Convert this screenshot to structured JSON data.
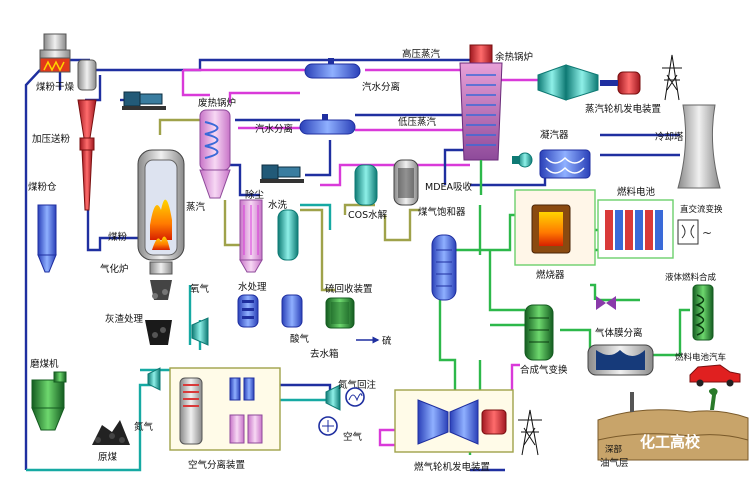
{
  "labels": {
    "coal_dryer": "煤粉干燥",
    "pressurized_feed": "加压送粉",
    "coal_bin": "煤粉仓",
    "coal_mill": "磨煤机",
    "raw_coal": "原煤",
    "waste_heat_boiler": "废热锅炉",
    "coal_powder": "煤粉",
    "steam_in": "蒸汽",
    "gasifier": "气化炉",
    "slag_treatment": "灰渣处理",
    "oxygen": "氧气",
    "nitrogen_left": "氮气",
    "air_separation": "空气分离装置",
    "dust_removal": "除尘",
    "water_wash": "水洗",
    "water_treatment": "水处理",
    "acid_gas": "酸气",
    "to_water_tank": "去水箱",
    "sulfur": "硫",
    "sulfur_recovery": "硫回收装置",
    "cos_hydrolysis": "COS水解",
    "mdea_absorption": "MDEA吸收",
    "gas_saturator": "煤气饱和器",
    "steam_water_sep_1": "汽水分离",
    "steam_water_sep_2": "汽水分离",
    "hp_steam": "高压蒸汽",
    "lp_steam": "低压蒸汽",
    "hrsg": "余热锅炉",
    "steam_turbine_gen": "蒸汽轮机发电装置",
    "condenser": "凝汽器",
    "cooling_tower": "冷却塔",
    "burner": "燃烧器",
    "fuel_cell": "燃料电池",
    "dc_ac_converter": "直交流变换",
    "liquid_fuel_synthesis": "液体燃料合成",
    "gas_membrane_sep": "气体膜分离",
    "fuel_cell_car": "燃料电池汽车",
    "syngas_shift": "合成气变换",
    "nitrogen_injection": "氮气回注",
    "air": "空气",
    "gas_turbine_gen": "燃气轮机发电装置",
    "reservoir": "油气层",
    "deep_label": "深部",
    "watermark": "化工高校"
  },
  "colors": {
    "pipe_blue": "#1f2fa0",
    "pipe_magenta": "#d93ad9",
    "pipe_green": "#2db84a",
    "pipe_teal": "#16a9a3",
    "pipe_olive": "#9fa24a",
    "vessel_red": "#e0303a",
    "vessel_pink": "#e8a8d8",
    "vessel_blue": "#3a6ad8",
    "fuel_cell_border": "#6cd06c"
  }
}
